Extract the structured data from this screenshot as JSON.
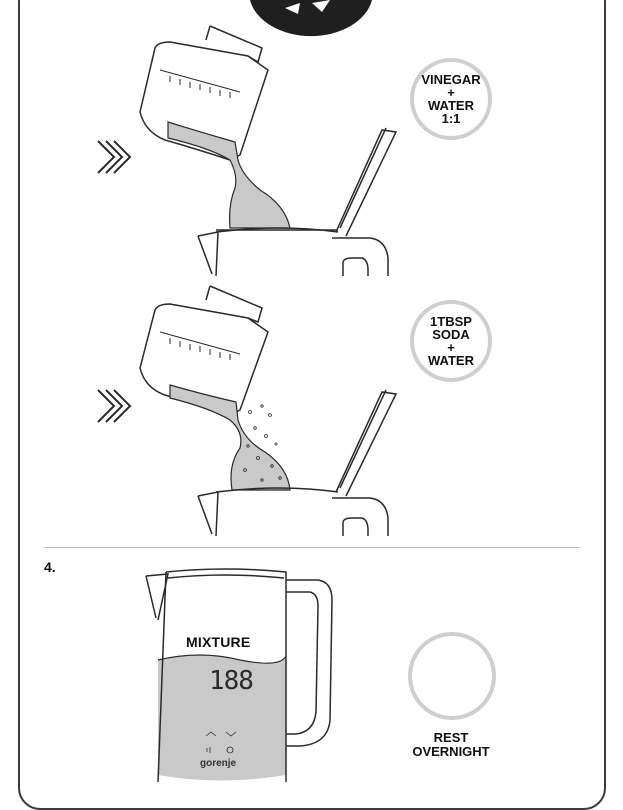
{
  "step1": {
    "badge": "VINEGAR\n+\nWATER\n1:1"
  },
  "step2": {
    "badge": "1TBSP\nSODA\n+\nWATER"
  },
  "step4": {
    "number": "4.",
    "kettle_label": "MIXTURE",
    "display": "188",
    "brand": "gorenje",
    "badge_icon": "moon-cloud-icon",
    "caption": "REST\nOVERNIGHT"
  },
  "colors": {
    "line": "#2a2a2a",
    "liquid": "#c9c9c9",
    "badge_ring": "#cfcfcf",
    "logo_fill": "#1f1f1f"
  }
}
